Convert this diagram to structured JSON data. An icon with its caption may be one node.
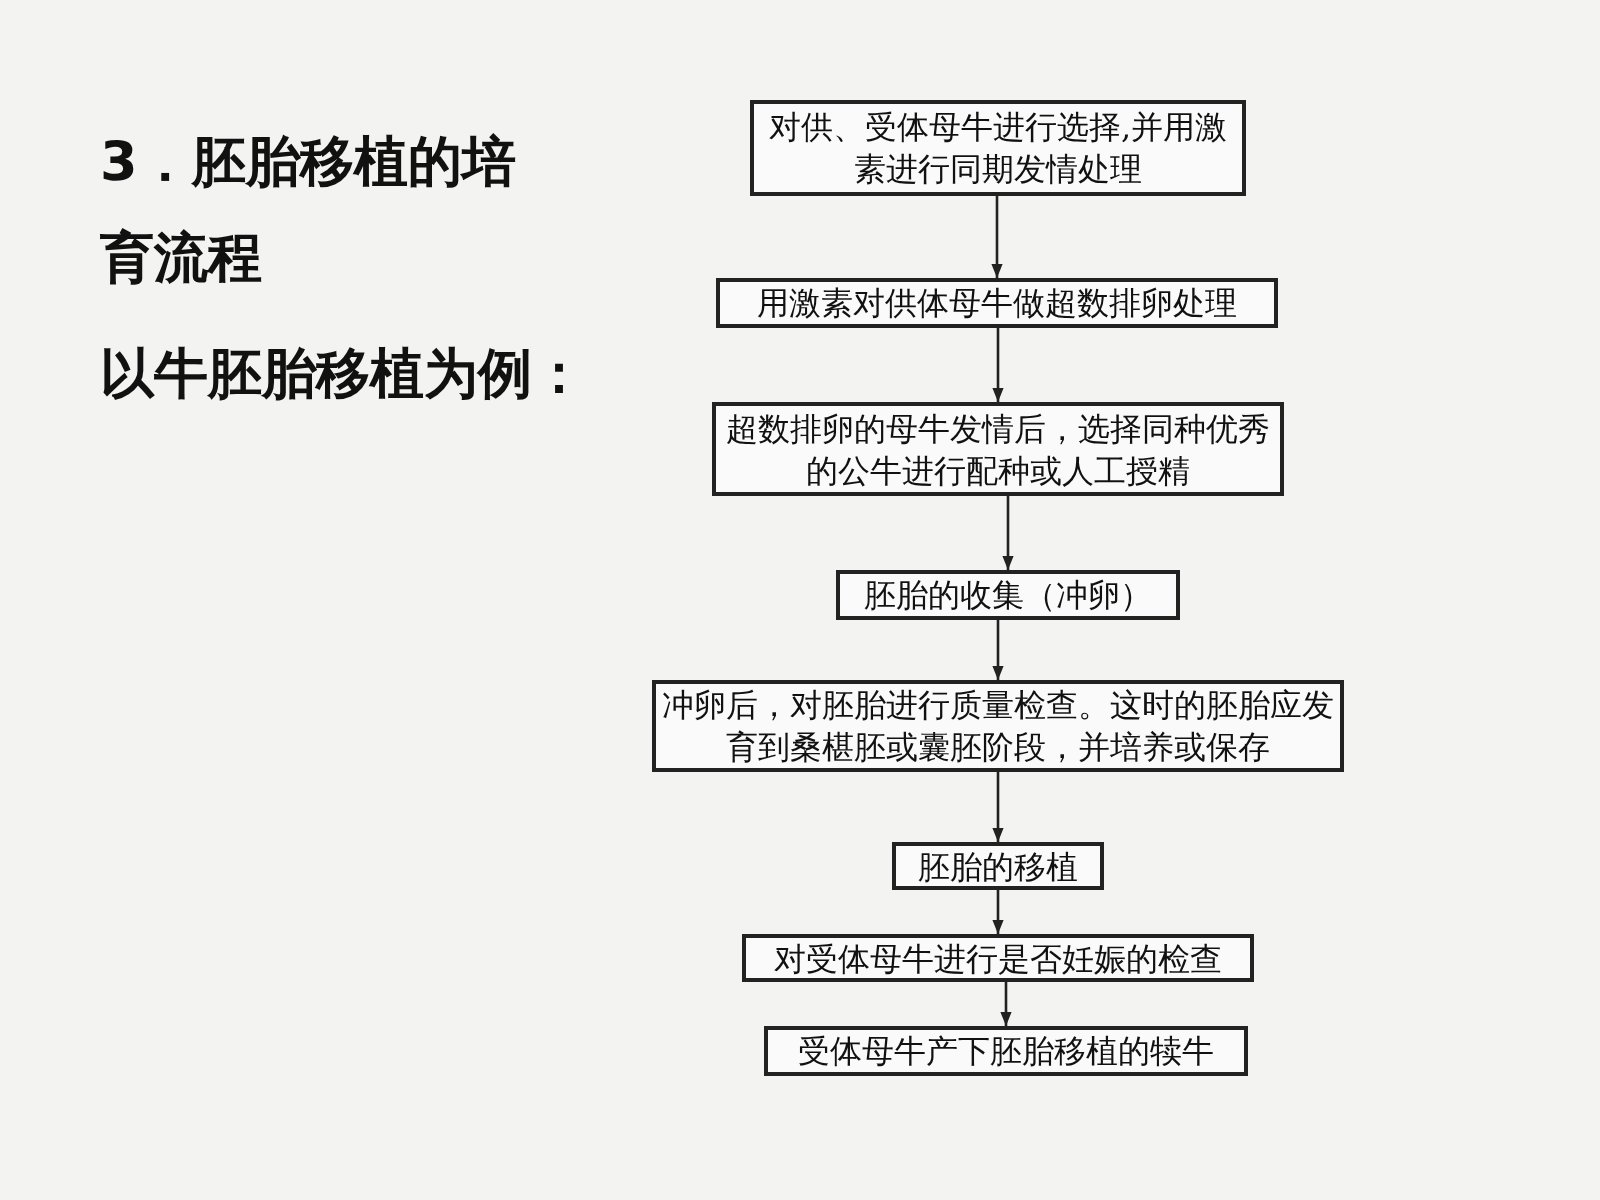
{
  "diagram": {
    "title": "3．胚胎移植的培育流程",
    "nodes": [
      {
        "text": [
          "对供、受体母牛进行选择,并用激素进行同期发情处理"
        ]
      },
      {
        "text": [
          "用激素对供体母牛做超数排卵处理"
        ]
      },
      {
        "text": [
          "超数排卵的母牛发情后，选择同种优秀的公牛进行配种或人工授精"
        ]
      },
      {
        "text": [
          "胚胎的收集（冲卵）"
        ]
      },
      {
        "text": [
          "冲卵后，对胚胎进行质量检查。这时的胚胎应发育到桑椹胚或囊胚阶段，并培养或保存"
        ]
      },
      {
        "text": [
          "胚胎的移植"
        ]
      },
      {
        "text": [
          "对受体母牛进行是否妊娠的检查"
        ]
      },
      {
        "text": [
          "受体母牛产下胚胎移植的犊牛"
        ]
      }
    ],
    "edges": [
      {
        "from": 0,
        "to": 1,
        "arrow": "to"
      },
      {
        "from": 1,
        "to": 2,
        "arrow": "to"
      },
      {
        "from": 2,
        "to": 3,
        "arrow": "to"
      },
      {
        "from": 3,
        "to": 4,
        "arrow": "to"
      },
      {
        "from": 4,
        "to": 5,
        "arrow": "to"
      },
      {
        "from": 5,
        "to": 6,
        "arrow": "to"
      },
      {
        "from": 6,
        "to": 7,
        "arrow": "to"
      }
    ],
    "labels": [
      "以牛胚胎移植为例："
    ]
  }
}
